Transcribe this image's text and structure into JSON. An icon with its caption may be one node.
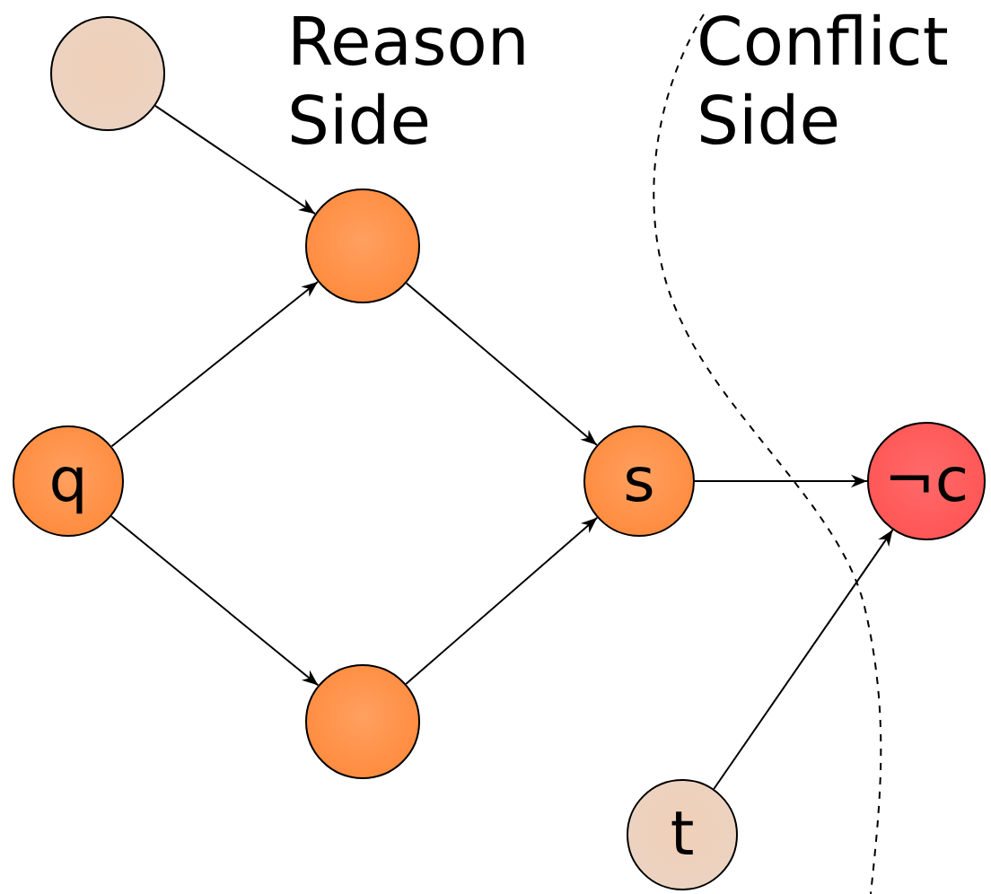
{
  "diagram": {
    "nodes": [
      {
        "text": [],
        "shape": "circle"
      },
      {
        "text": [],
        "shape": "circle"
      },
      {
        "text": [
          "q"
        ]
      },
      {
        "text": [
          "s"
        ]
      },
      {
        "text": [
          "¬c"
        ]
      },
      {
        "text": [],
        "shape": "circle"
      },
      {
        "text": [
          "t"
        ]
      }
    ],
    "edges": [
      {
        "from": 0,
        "to": 1,
        "arrow": "to"
      },
      {
        "from": 2,
        "to": 1,
        "arrow": "to"
      },
      {
        "from": 2,
        "to": 5,
        "arrow": "to"
      },
      {
        "from": 1,
        "to": 3,
        "arrow": "to"
      },
      {
        "from": 5,
        "to": 3,
        "arrow": "to"
      },
      {
        "from": 3,
        "to": 4,
        "arrow": "to"
      },
      {
        "from": 6,
        "to": 4,
        "arrow": "to"
      }
    ],
    "labels": [
      "Reason Side",
      "Conflict Side"
    ]
  }
}
